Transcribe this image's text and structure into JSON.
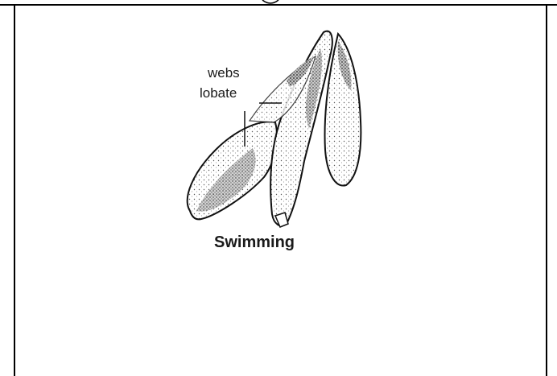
{
  "figure": {
    "labels": {
      "webs": "webs",
      "lobate": "lobate",
      "caption": "Swimming"
    }
  }
}
